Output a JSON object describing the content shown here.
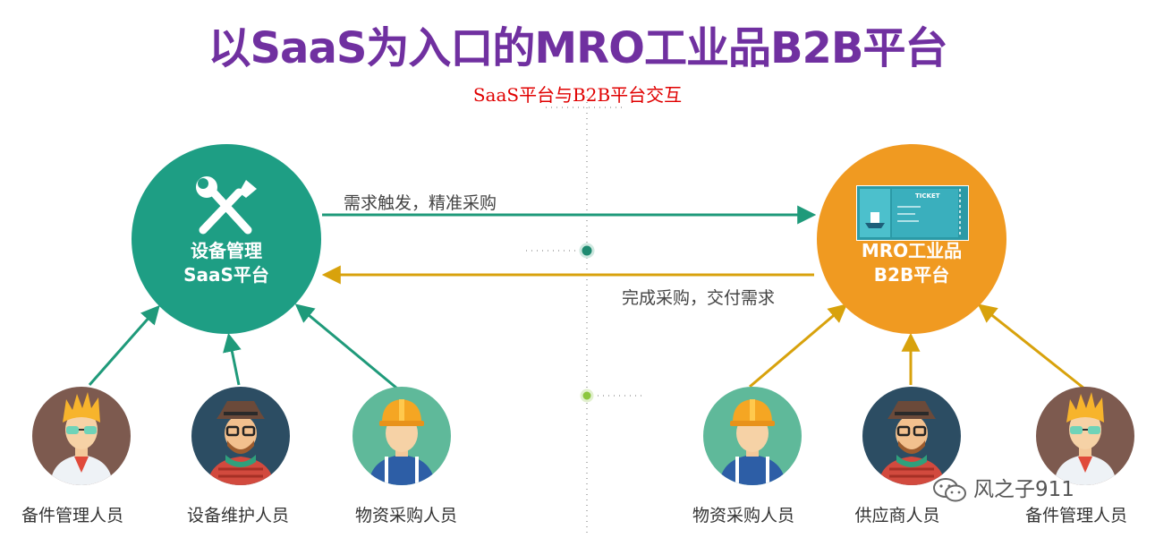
{
  "title": "以SaaS为入口的MRO工业品B2B平台",
  "subtitle": "SaaS平台与B2B平台交互",
  "colors": {
    "title": "#7030a0",
    "subtitle": "#e00000",
    "saas_hub": "#1e9e84",
    "b2b_hub": "#f09a21",
    "green_arrow": "#1f9a7a",
    "gold_arrow": "#d8a20c",
    "center_dot": "#1e8a70",
    "lower_dot": "#8cc63f"
  },
  "hubs": {
    "saas": {
      "line1": "设备管理",
      "line2": "SaaS平台",
      "icon": "wrench-screwdriver-icon"
    },
    "b2b": {
      "line1": "MRO工业品",
      "line2": "B2B平台",
      "icon": "ticket-icon",
      "ticket_text": "TICKET"
    }
  },
  "arrows": {
    "top_label": "需求触发，精准采购",
    "bottom_label": "完成采购，交付需求"
  },
  "people_left": [
    {
      "label": "备件管理人员",
      "icon": "engineer-avatar-icon"
    },
    {
      "label": "设备维护人员",
      "icon": "hat-man-avatar-icon"
    },
    {
      "label": "物资采购人员",
      "icon": "worker-helmet-avatar-icon"
    }
  ],
  "people_right": [
    {
      "label": "物资采购人员",
      "icon": "worker-helmet-avatar-icon"
    },
    {
      "label": "供应商人员",
      "icon": "hat-man-avatar-icon"
    },
    {
      "label": "备件管理人员",
      "icon": "engineer-avatar-icon"
    }
  ],
  "watermark": {
    "text": "风之子911",
    "icon": "wechat-icon"
  }
}
